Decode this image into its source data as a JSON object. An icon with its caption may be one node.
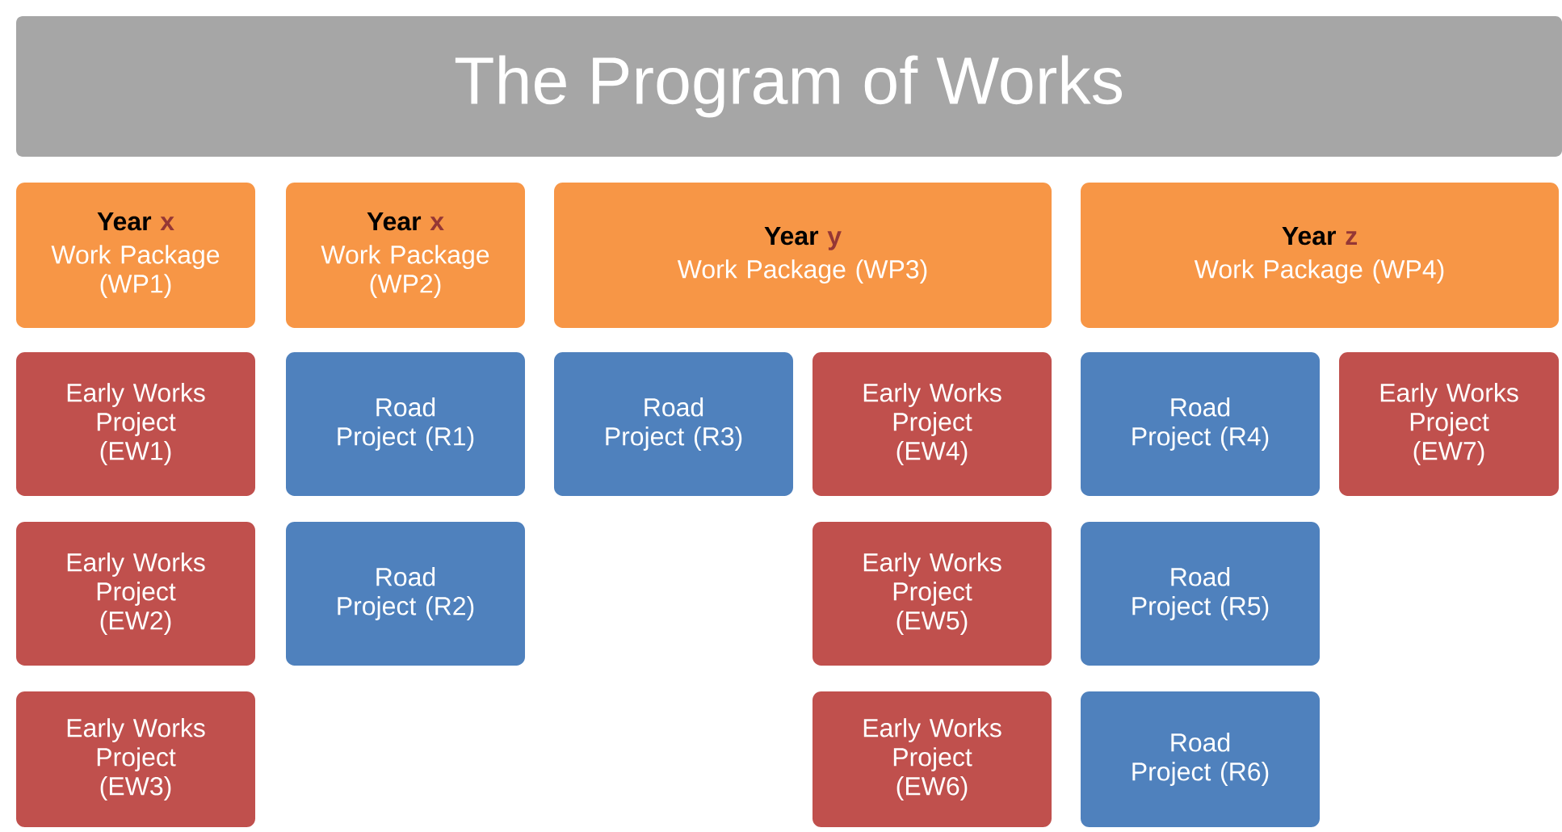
{
  "diagram": {
    "title": "The Program of Works",
    "nodes": [
      {
        "text": [
          "Year",
          "x",
          "Work Package (WP1)"
        ]
      },
      {
        "text": [
          "Year",
          "x",
          "Work Package (WP2)"
        ]
      },
      {
        "text": [
          "Year",
          "y",
          "Work Package (WP3)"
        ]
      },
      {
        "text": [
          "Year",
          "z",
          "Work Package (WP4)"
        ]
      },
      {
        "text": [
          "Early Works Project (EW1)"
        ]
      },
      {
        "text": [
          "Road Project (R1)"
        ]
      },
      {
        "text": [
          "Road Project (R3)"
        ]
      },
      {
        "text": [
          "Early Works Project (EW4)"
        ]
      },
      {
        "text": [
          "Road Project (R4)"
        ]
      },
      {
        "text": [
          "Early Works Project (EW7)"
        ]
      },
      {
        "text": [
          "Early Works Project (EW2)"
        ]
      },
      {
        "text": [
          "Road Project (R2)"
        ]
      },
      {
        "text": [
          "Early Works Project (EW5)"
        ]
      },
      {
        "text": [
          "Road Project (R5)"
        ]
      },
      {
        "text": [
          "Early Works Project (EW3)"
        ]
      },
      {
        "text": [
          "Early Works Project (EW6)"
        ]
      },
      {
        "text": [
          "Road Project (R6)"
        ]
      }
    ]
  }
}
